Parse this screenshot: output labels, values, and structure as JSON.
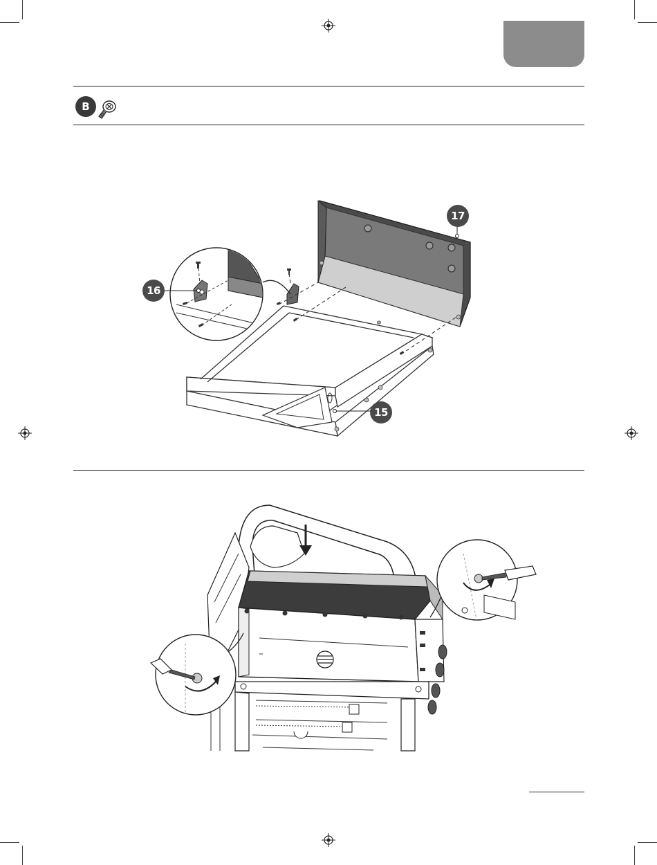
{
  "header": {
    "tab_color": "#8c8c8c"
  },
  "step_one": {
    "screw_badge": "B",
    "parts": {
      "bracket": "16",
      "back_panel": "17",
      "frame": "15"
    }
  },
  "icons": {
    "registration_mark": "crosshair-icon",
    "screw": "screw-icon",
    "screwdriver": "screwdriver-icon",
    "rotate_arrow": "rotate-clockwise-icon",
    "down_arrow": "arrow-down-icon"
  },
  "colors": {
    "ink": "#222222",
    "panel_dark": "#4a4a4a",
    "panel_mid": "#7a7a7a",
    "panel_light": "#cfcfcf"
  }
}
